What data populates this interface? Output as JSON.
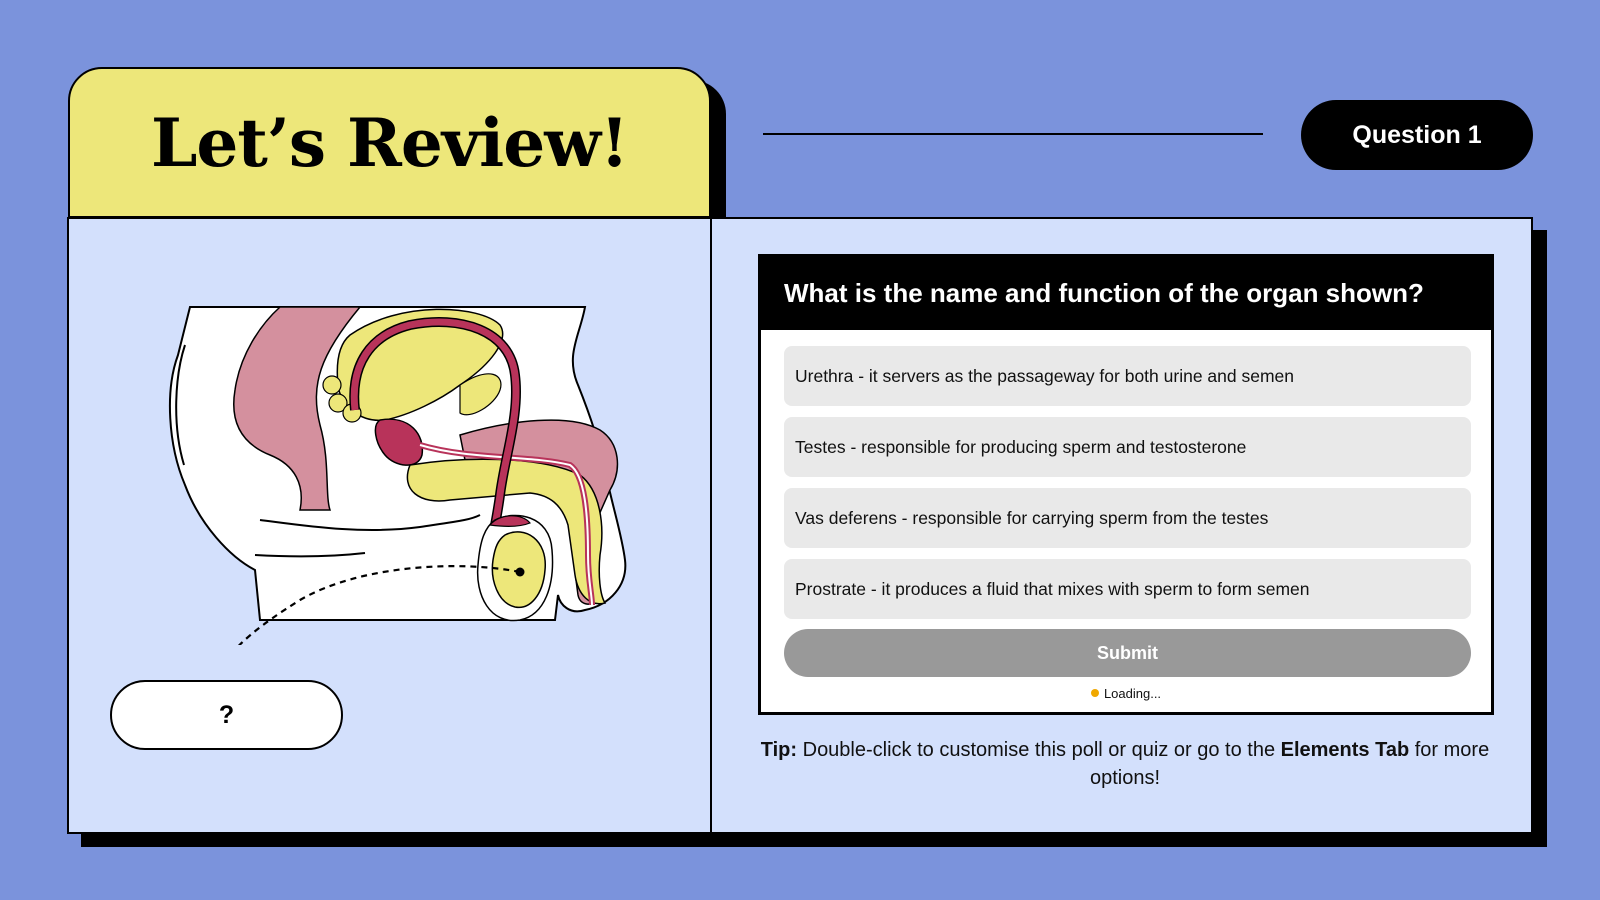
{
  "slide": {
    "title": "Let’s Review!",
    "question_badge": "Question 1",
    "label_placeholder": "?"
  },
  "quiz": {
    "question": "What is the name and function of the organ shown?",
    "options": [
      "Urethra - it servers as the passageway for both urine and semen",
      "Testes - responsible for producing sperm and testosterone",
      "Vas deferens - responsible for carrying sperm from the testes",
      "Prostrate - it produces a fluid that mixes with sperm to form semen"
    ],
    "submit_label": "Submit",
    "loading_text": "Loading..."
  },
  "tip": {
    "prefix": "Tip:",
    "text_1": " Double-click to customise this poll or quiz or go to the ",
    "bold": "Elements Tab",
    "text_2": " for more options!"
  },
  "colors": {
    "background": "#7b93dc",
    "title_tab": "#ede77a",
    "card": "#d3e0fc",
    "option_bg": "#e9e9e9",
    "submit_bg": "#999999",
    "organ_yellow": "#ede77a",
    "organ_pink": "#d4909e",
    "organ_crimson": "#b8335a"
  }
}
